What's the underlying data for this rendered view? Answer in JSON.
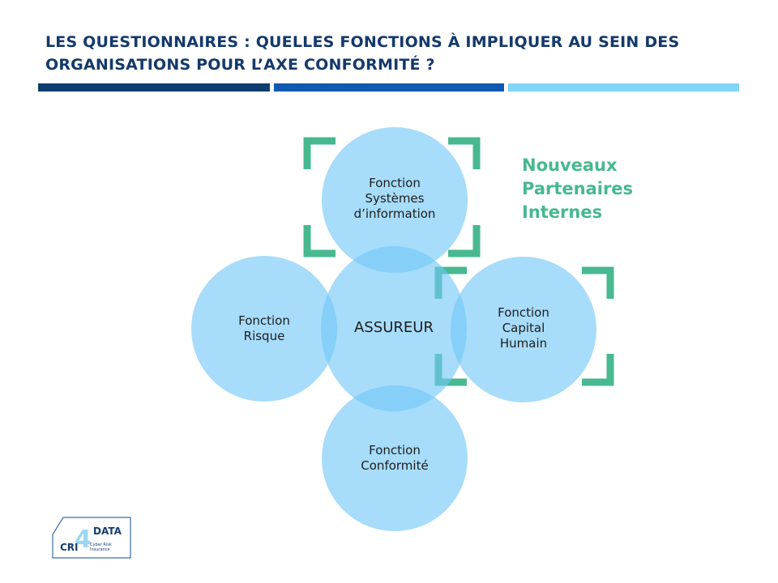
{
  "slide": {
    "title_lines": [
      "LES QUESTIONNAIRES : QUELLES FONCTIONS À IMPLIQUER AU SEIN DES",
      "ORGANISATIONS  POUR L’AXE CONFORMITÉ  ?"
    ]
  },
  "colors": {
    "title": "#14396b",
    "rule_dark": "#0d3c6e",
    "rule_mid": "#1058b0",
    "rule_light": "#7fd6f6",
    "circle_fill": "#71c6f7",
    "accent_green": "#47b890"
  },
  "diagram": {
    "center": "ASSUREUR",
    "nodes": {
      "top": [
        "Fonction",
        "Systèmes",
        "d’information"
      ],
      "left": [
        "Fonction",
        "Risque"
      ],
      "right": [
        "Fonction",
        "Capital",
        "Humain"
      ],
      "bottom": [
        "Fonction",
        "Conformité"
      ]
    },
    "highlight_label": [
      "Nouveaux",
      "Partenaires",
      "Internes"
    ]
  },
  "logo": {
    "brand_top": "DATA",
    "brand_bottom": "CRI",
    "brand_number": "4",
    "tagline": [
      "Cyber Risk",
      "Insurance"
    ]
  }
}
